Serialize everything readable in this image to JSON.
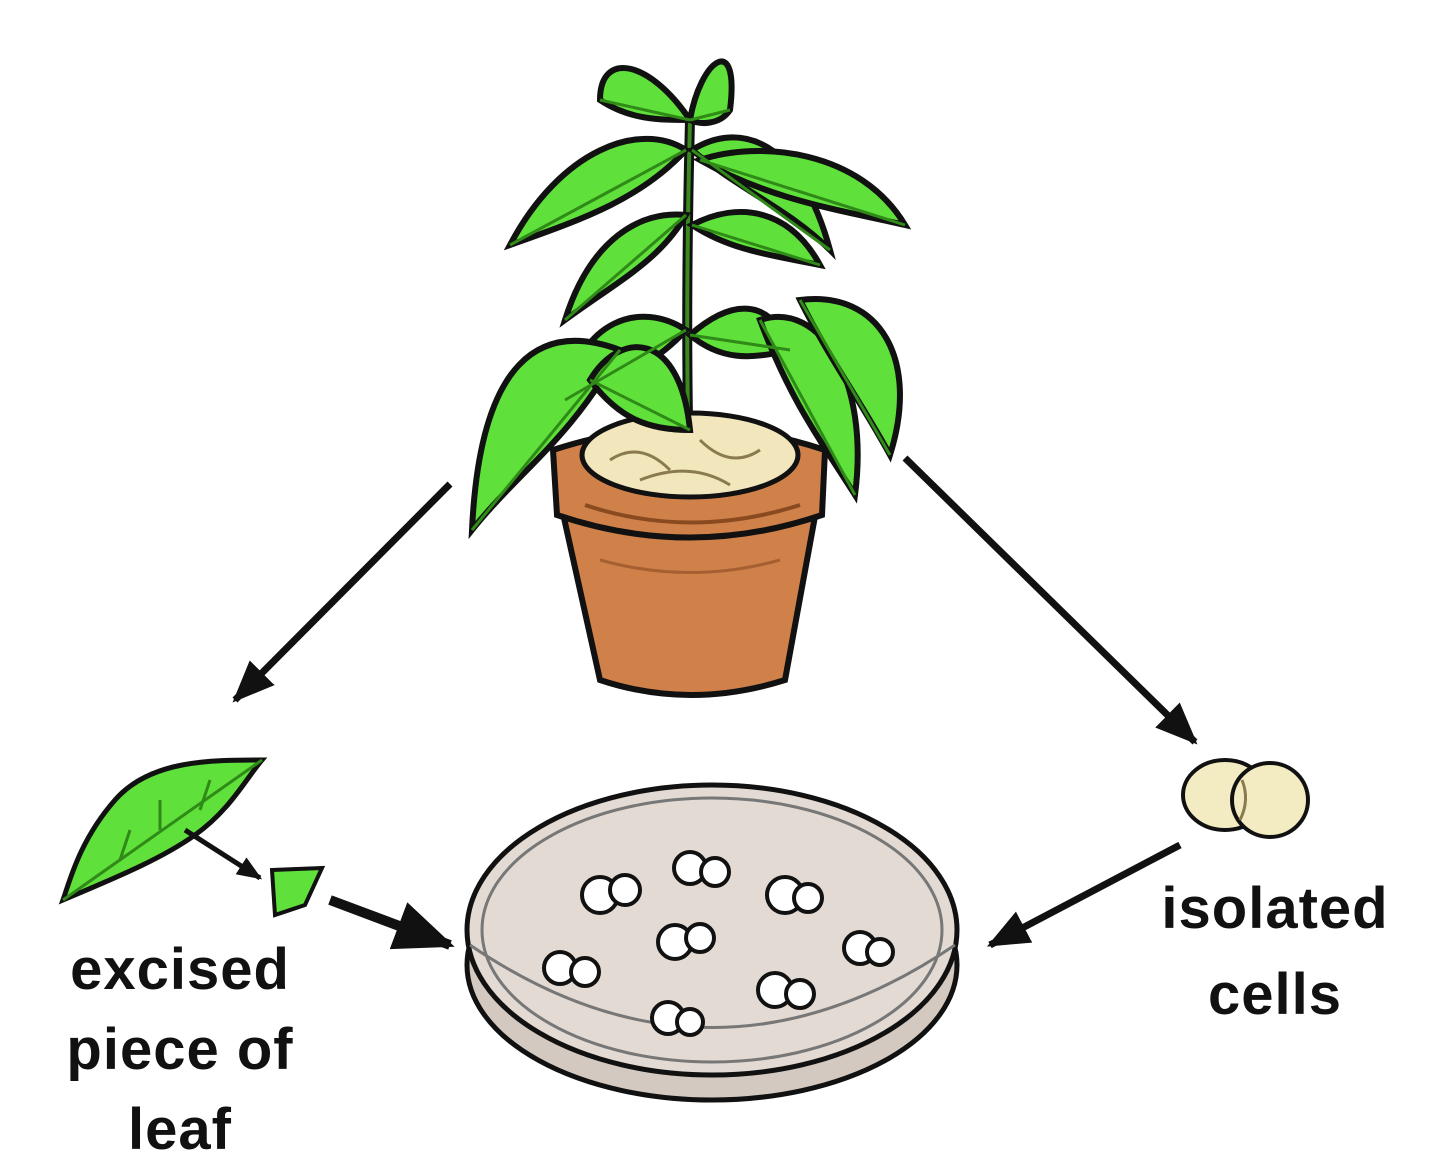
{
  "diagram": {
    "labels": {
      "excised_leaf": [
        "excised",
        "piece of",
        "leaf"
      ],
      "isolated_cells": [
        "isolated",
        "cells"
      ]
    },
    "colors": {
      "leaf": "#5fe03a",
      "leaf_vein": "#2f8a18",
      "outline": "#111111",
      "pot": "#d0814a",
      "pot_shade": "#b86a38",
      "soil": "#f1e6bc",
      "dish": "#e2dad3",
      "cells": "#f3ecc2"
    },
    "icons": [
      "potted-plant-icon",
      "leaf-icon",
      "leaf-fragment-icon",
      "petri-dish-icon",
      "isolated-cells-icon",
      "arrow-icon"
    ]
  }
}
